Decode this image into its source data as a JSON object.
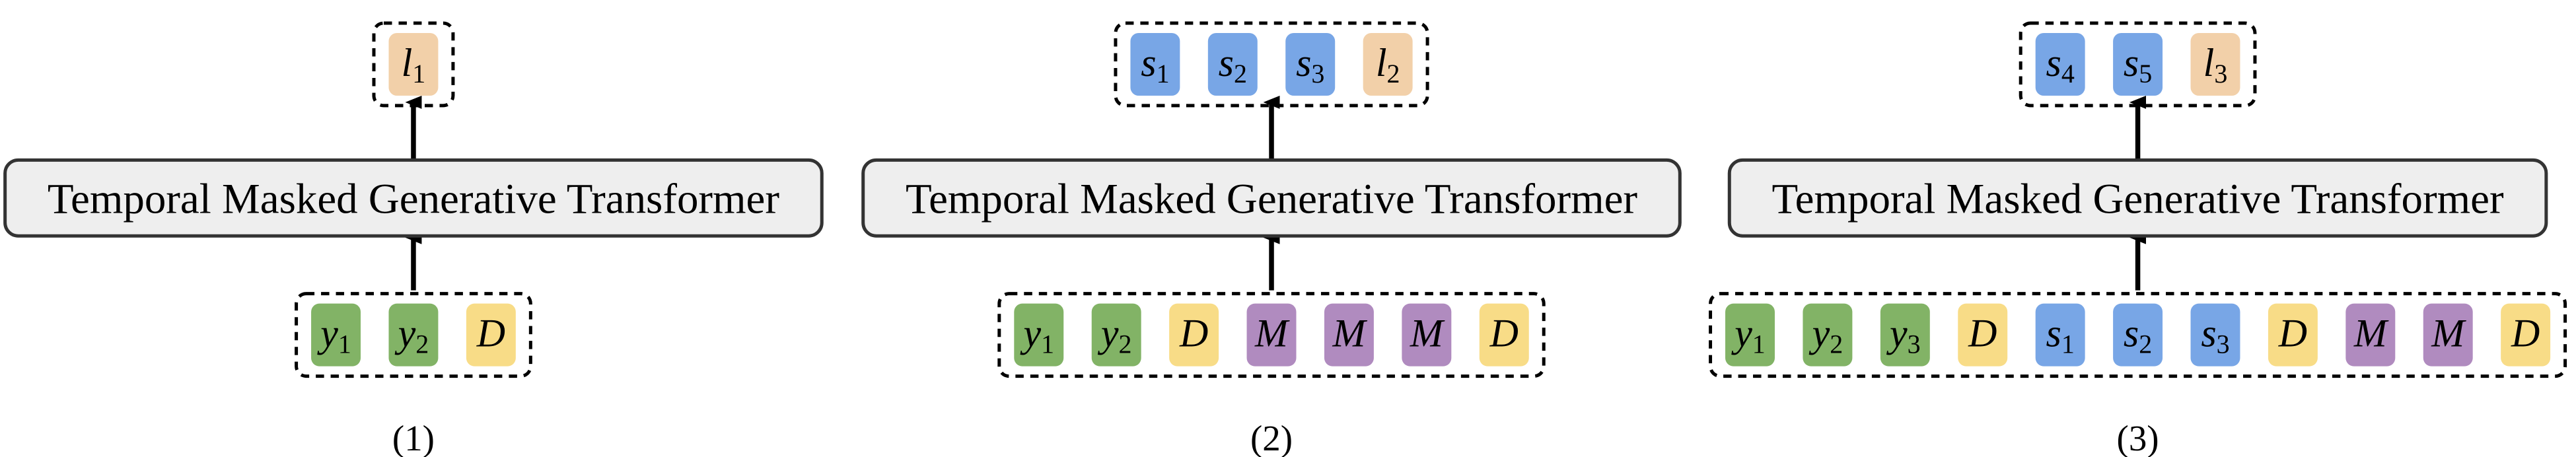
{
  "colors": {
    "green": "#82b366",
    "yellow": "#f8dc87",
    "blue": "#78a6e6",
    "purple": "#b08bbf",
    "orange": "#f2d0a9",
    "box_fill": "#eeeeee",
    "box_stroke": "#333333"
  },
  "panels": [
    {
      "label": "(1)",
      "transformer": "Temporal Masked Generative Transformer",
      "outputs": [
        {
          "t": "l",
          "sub": "1",
          "kind": "orange"
        }
      ],
      "inputs": [
        {
          "t": "y",
          "sub": "1",
          "kind": "green"
        },
        {
          "t": "y",
          "sub": "2",
          "kind": "green"
        },
        {
          "t": "D",
          "sub": "",
          "kind": "yellow"
        }
      ]
    },
    {
      "label": "(2)",
      "transformer": "Temporal Masked Generative Transformer",
      "outputs": [
        {
          "t": "s",
          "sub": "1",
          "kind": "blue"
        },
        {
          "t": "s",
          "sub": "2",
          "kind": "blue"
        },
        {
          "t": "s",
          "sub": "3",
          "kind": "blue"
        },
        {
          "t": "l",
          "sub": "2",
          "kind": "orange"
        }
      ],
      "inputs": [
        {
          "t": "y",
          "sub": "1",
          "kind": "green"
        },
        {
          "t": "y",
          "sub": "2",
          "kind": "green"
        },
        {
          "t": "D",
          "sub": "",
          "kind": "yellow"
        },
        {
          "t": "M",
          "sub": "",
          "kind": "purple"
        },
        {
          "t": "M",
          "sub": "",
          "kind": "purple"
        },
        {
          "t": "M",
          "sub": "",
          "kind": "purple"
        },
        {
          "t": "D",
          "sub": "",
          "kind": "yellow"
        }
      ]
    },
    {
      "label": "(3)",
      "transformer": "Temporal Masked Generative Transformer",
      "outputs": [
        {
          "t": "s",
          "sub": "4",
          "kind": "blue"
        },
        {
          "t": "s",
          "sub": "5",
          "kind": "blue"
        },
        {
          "t": "l",
          "sub": "3",
          "kind": "orange"
        }
      ],
      "inputs": [
        {
          "t": "y",
          "sub": "1",
          "kind": "green"
        },
        {
          "t": "y",
          "sub": "2",
          "kind": "green"
        },
        {
          "t": "y",
          "sub": "3",
          "kind": "green"
        },
        {
          "t": "D",
          "sub": "",
          "kind": "yellow"
        },
        {
          "t": "s",
          "sub": "1",
          "kind": "blue"
        },
        {
          "t": "s",
          "sub": "2",
          "kind": "blue"
        },
        {
          "t": "s",
          "sub": "3",
          "kind": "blue"
        },
        {
          "t": "D",
          "sub": "",
          "kind": "yellow"
        },
        {
          "t": "M",
          "sub": "",
          "kind": "purple"
        },
        {
          "t": "M",
          "sub": "",
          "kind": "purple"
        },
        {
          "t": "D",
          "sub": "",
          "kind": "yellow"
        }
      ]
    }
  ]
}
